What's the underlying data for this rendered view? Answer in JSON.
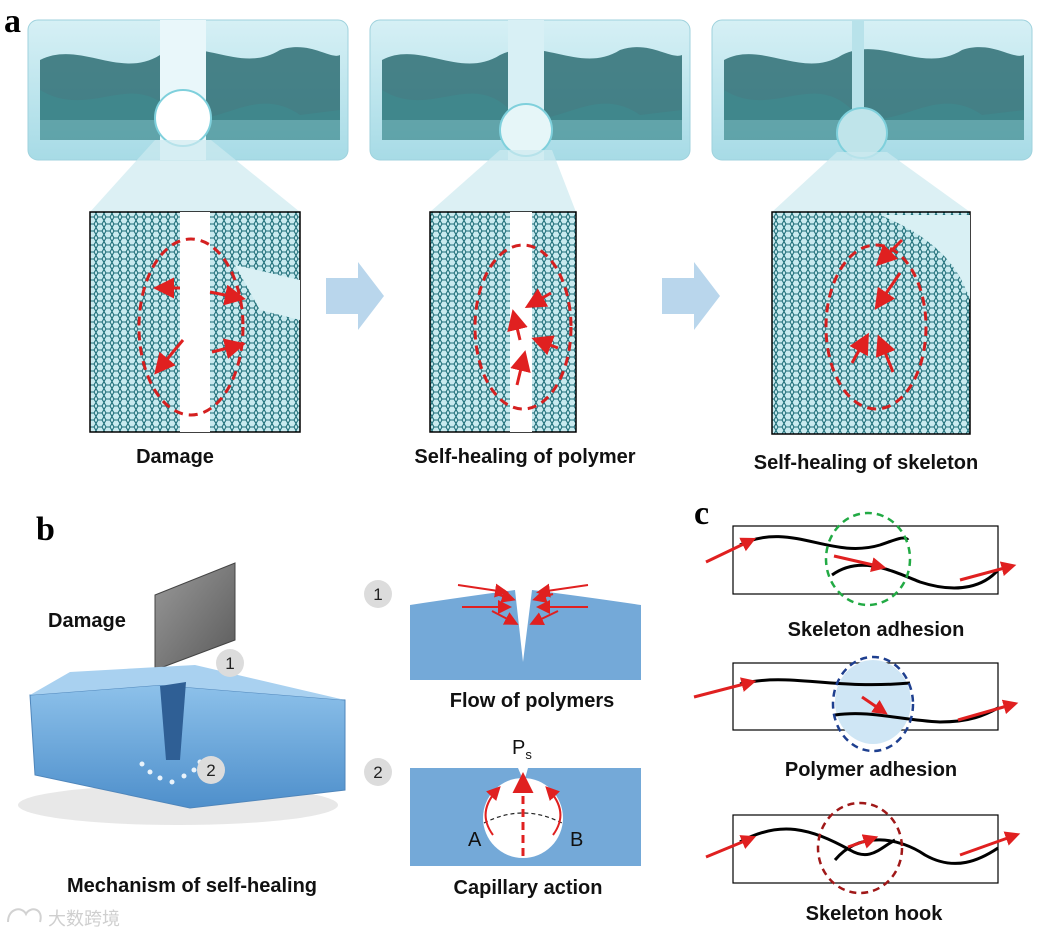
{
  "panel_a": {
    "label": "a",
    "captions": [
      "Damage",
      "Self-healing of polymer",
      "Self-healing of skeleton"
    ]
  },
  "panel_b": {
    "label": "b",
    "damage_label": "Damage",
    "step1": "1",
    "step2": "2",
    "mechanism_caption": "Mechanism of self-healing",
    "flow_caption": "Flow of polymers",
    "capillary_caption": "Capillary action",
    "ps_main": "P",
    "ps_sub": "s",
    "point_a": "A",
    "point_b": "B"
  },
  "panel_c": {
    "label": "c",
    "captions": [
      "Skeleton adhesion",
      "Polymer adhesion",
      "Skeleton hook"
    ]
  },
  "watermark": "大数跨境",
  "colors": {
    "arrow": "#e02020",
    "dash_circle_red": "#d42020",
    "dash_green": "#22aa44",
    "dash_blue": "#1e3f8f",
    "dash_darkred": "#a01818",
    "ice": "#bfe7ef",
    "mesh": "#1f6e78",
    "material_blue": "#74a9d8",
    "light_arrow": "#b9d6ec"
  }
}
